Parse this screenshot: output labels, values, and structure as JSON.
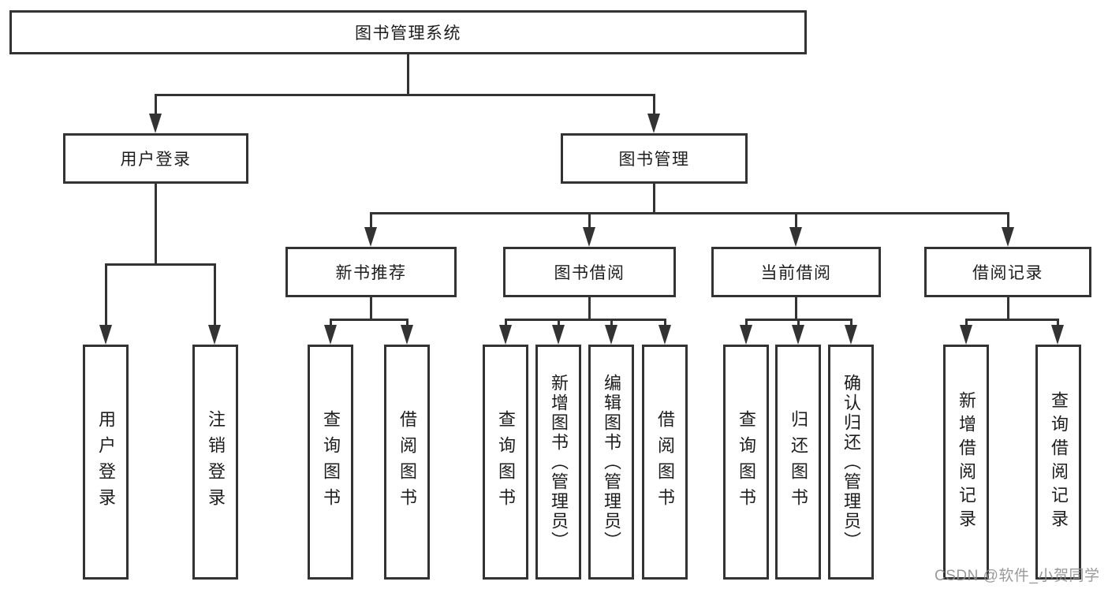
{
  "colors": {
    "bg": "#ffffff",
    "line": "#333333",
    "border": "#333333",
    "text": "#1d1d1d",
    "watermark": "#8f8f8f"
  },
  "watermark": {
    "text": "CSDN @软件_小贺同学"
  },
  "tree": {
    "root": "图书管理系统",
    "children": [
      {
        "label": "用户登录",
        "children": [
          "用户登录",
          "注销登录"
        ]
      },
      {
        "label": "图书管理",
        "children": [
          {
            "label": "新书推荐",
            "children": [
              "查询图书",
              "借阅图书"
            ]
          },
          {
            "label": "图书借阅",
            "children": [
              "查询图书",
              "新增图书（管理员）",
              "编辑图书（管理员）",
              "借阅图书"
            ]
          },
          {
            "label": "当前借阅",
            "children": [
              "查询图书",
              "归还图书",
              "确认归还（管理员）"
            ]
          },
          {
            "label": "借阅记录",
            "children": [
              "新增借阅记录",
              "查询借阅记录"
            ]
          }
        ]
      }
    ]
  }
}
